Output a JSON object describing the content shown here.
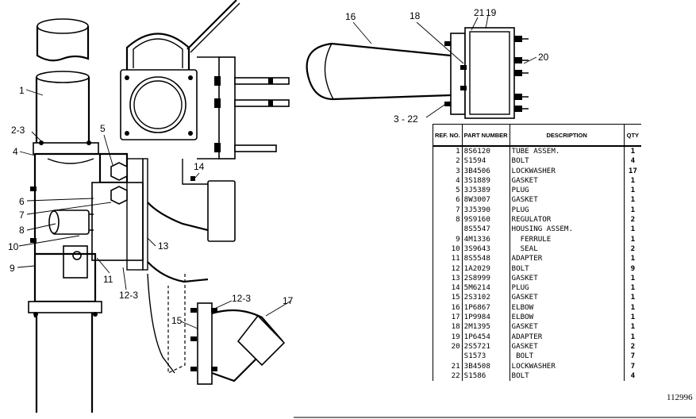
{
  "callouts": {
    "c1": "1",
    "c2_3": "2-3",
    "c4": "4",
    "c5": "5",
    "c6": "6",
    "c7": "7",
    "c8": "8",
    "c9": "9",
    "c10": "10",
    "c11": "11",
    "c12_3a": "12-3",
    "c12_3b": "12-3",
    "c13": "13",
    "c14": "14",
    "c15": "15",
    "c16": "16",
    "c17": "17",
    "c18": "18",
    "c19": "19",
    "c20": "20",
    "c21": "21",
    "c3_22": "3 - 22"
  },
  "figure_number": "112996",
  "table": {
    "headers": {
      "ref": "REF. NO.",
      "part": "PART NUMBER",
      "desc": "DESCRIPTION",
      "qty": "QTY"
    },
    "rows": [
      {
        "ref": "1",
        "part": "8S6120",
        "desc": "TUBE ASSEM.",
        "qty": "1"
      },
      {
        "ref": "2",
        "part": "S1594",
        "desc": "BOLT",
        "qty": "4"
      },
      {
        "ref": "3",
        "part": "3B4506",
        "desc": "LOCKWASHER",
        "qty": "17"
      },
      {
        "ref": "4",
        "part": "3S1889",
        "desc": "GASKET",
        "qty": "1"
      },
      {
        "ref": "5",
        "part": "3J5389",
        "desc": "PLUG",
        "qty": "1"
      },
      {
        "ref": "6",
        "part": "8W3007",
        "desc": "GASKET",
        "qty": "1"
      },
      {
        "ref": "7",
        "part": "3J5390",
        "desc": "PLUG",
        "qty": "1"
      },
      {
        "ref": "8",
        "part": "9S9160",
        "desc": "REGULATOR",
        "qty": "2"
      },
      {
        "ref": "",
        "part": "8S5547",
        "desc": "HOUSING ASSEM.",
        "qty": "1"
      },
      {
        "ref": "9",
        "part": "4M1336",
        "desc": "  FERRULE",
        "qty": "1"
      },
      {
        "ref": "10",
        "part": "3S9643",
        "desc": "  SEAL",
        "qty": "2"
      },
      {
        "ref": "11",
        "part": "8S5548",
        "desc": "ADAPTER",
        "qty": "1"
      },
      {
        "ref": "12",
        "part": "1A2029",
        "desc": "BOLT",
        "qty": "9"
      },
      {
        "ref": "13",
        "part": "2S8999",
        "desc": "GASKET",
        "qty": "1"
      },
      {
        "ref": "14",
        "part": "5M6214",
        "desc": "PLUG",
        "qty": "1"
      },
      {
        "ref": "15",
        "part": "2S3102",
        "desc": "GASKET",
        "qty": "1"
      },
      {
        "ref": "16",
        "part": "1P6867",
        "desc": "ELBOW",
        "qty": "1"
      },
      {
        "ref": "17",
        "part": "1P9984",
        "desc": "ELBOW",
        "qty": "1"
      },
      {
        "ref": "18",
        "part": "2M1395",
        "desc": "GASKET",
        "qty": "1"
      },
      {
        "ref": "19",
        "part": "1P6454",
        "desc": "ADAPTER",
        "qty": "1"
      },
      {
        "ref": "20",
        "part": "2S5721",
        "desc": "GASKET",
        "qty": "2"
      },
      {
        "ref": "",
        "part": "S1573",
        "desc": " BOLT",
        "qty": "7"
      },
      {
        "ref": "21",
        "part": "3B4508",
        "desc": "LOCKWASHER",
        "qty": "7"
      },
      {
        "ref": "22",
        "part": "S1586",
        "desc": "BOLT",
        "qty": "4"
      }
    ]
  }
}
